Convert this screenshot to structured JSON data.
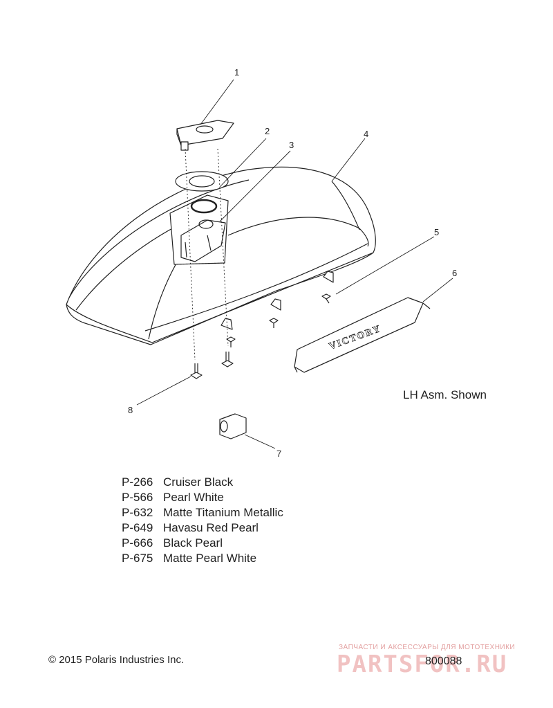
{
  "callouts": [
    "1",
    "2",
    "3",
    "4",
    "5",
    "6",
    "7",
    "8"
  ],
  "note": "LH Asm. Shown",
  "paint_codes": [
    {
      "code": "P-266",
      "name": "Cruiser Black"
    },
    {
      "code": "P-566",
      "name": "Pearl White"
    },
    {
      "code": "P-632",
      "name": "Matte Titanium Metallic"
    },
    {
      "code": "P-649",
      "name": "Havasu Red Pearl"
    },
    {
      "code": "P-666",
      "name": "Black Pearl"
    },
    {
      "code": "P-675",
      "name": "Matte Pearl White"
    }
  ],
  "emblem_text": "VICTORY",
  "copyright": "© 2015 Polaris Industries Inc.",
  "diagram_id": "800088",
  "watermark": {
    "tagline": "ЗАПЧАСТИ И АКСЕССУАРЫ ДЛЯ МОТОТЕХНИКИ",
    "logo": "PARTSFOR.RU"
  },
  "colors": {
    "line": "#222222",
    "watermark": "#d75050"
  }
}
